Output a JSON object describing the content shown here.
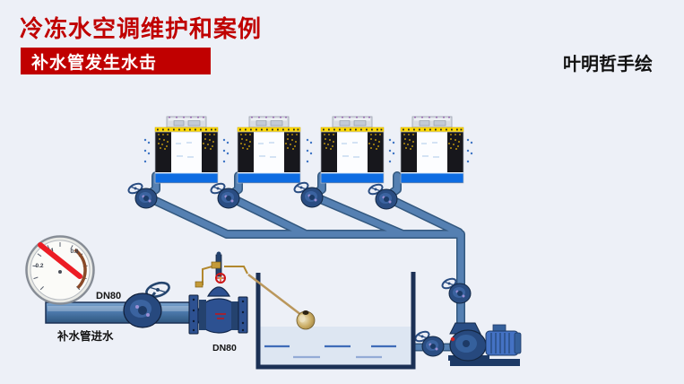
{
  "page": {
    "background": "#edf0f7"
  },
  "header": {
    "title": "冷冻水空调维护和案例",
    "banner": "补水管发生水击",
    "signature": "叶明哲手绘",
    "accent_color": "#c00000"
  },
  "diagram": {
    "labels": {
      "makeup_pipe_size": "DN80",
      "float_valve_size": "DN80",
      "makeup_inlet_caption": "补水管进水"
    },
    "pressure_gauge": {
      "dial_numbers": [
        "0.2",
        "0.4",
        "0.8"
      ],
      "crossed_out": true
    },
    "equipment": [
      "cooling-tower",
      "butterfly-valve",
      "pressure-gauge",
      "makeup-pipe",
      "float-valve",
      "float-ball",
      "water-tank",
      "circulation-pump"
    ],
    "colors": {
      "pipe_blue": "#4d7aad",
      "basin_blue": "#0d6ce2",
      "tower_yellow": "#ffd900",
      "tank_navy": "#1b3055",
      "water_fill": "#dde6f2",
      "float_gold": "#c9ab62",
      "valve_navy": "#2d5191",
      "slash_red": "#ec1c24"
    }
  }
}
